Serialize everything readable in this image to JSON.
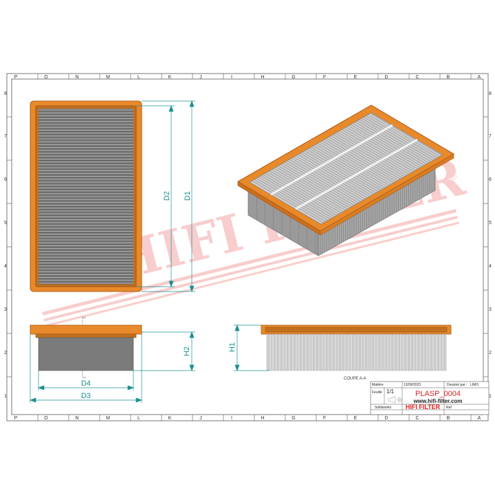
{
  "frame": {
    "columns": [
      "P",
      "O",
      "N",
      "M",
      "L",
      "K",
      "J",
      "I",
      "H",
      "G",
      "F",
      "E",
      "D",
      "C",
      "B",
      "A"
    ],
    "rows": [
      "8",
      "7",
      "6",
      "5",
      "4",
      "3",
      "2",
      "1"
    ]
  },
  "watermark": {
    "text": "HIFI FILTER",
    "registered": "®"
  },
  "dimensions": {
    "d1": "D1",
    "d2": "D2",
    "d3": "D3",
    "d4": "D4",
    "h1": "H1",
    "h2": "H2"
  },
  "section_label": "COUPE A-A",
  "title_block": {
    "matiere_label": "Matière",
    "date": "13/09/2023",
    "dessine_par_label": "Dessiné par :",
    "dessine_par_value": "LIMO",
    "feuille_label": "Feuille",
    "feuille_value": "1/1",
    "reference": "PLASP_0004",
    "website": "www.hifi-filter.com",
    "software": "Solidworks",
    "brand": "HIFI FILTER",
    "ref_label": "Ref"
  },
  "colors": {
    "frame_orange": "#e8892a",
    "frame_edge": "#b0601a",
    "media_grey": "#808080",
    "dimension": "#1a8f8f",
    "watermark": "#e02020"
  }
}
